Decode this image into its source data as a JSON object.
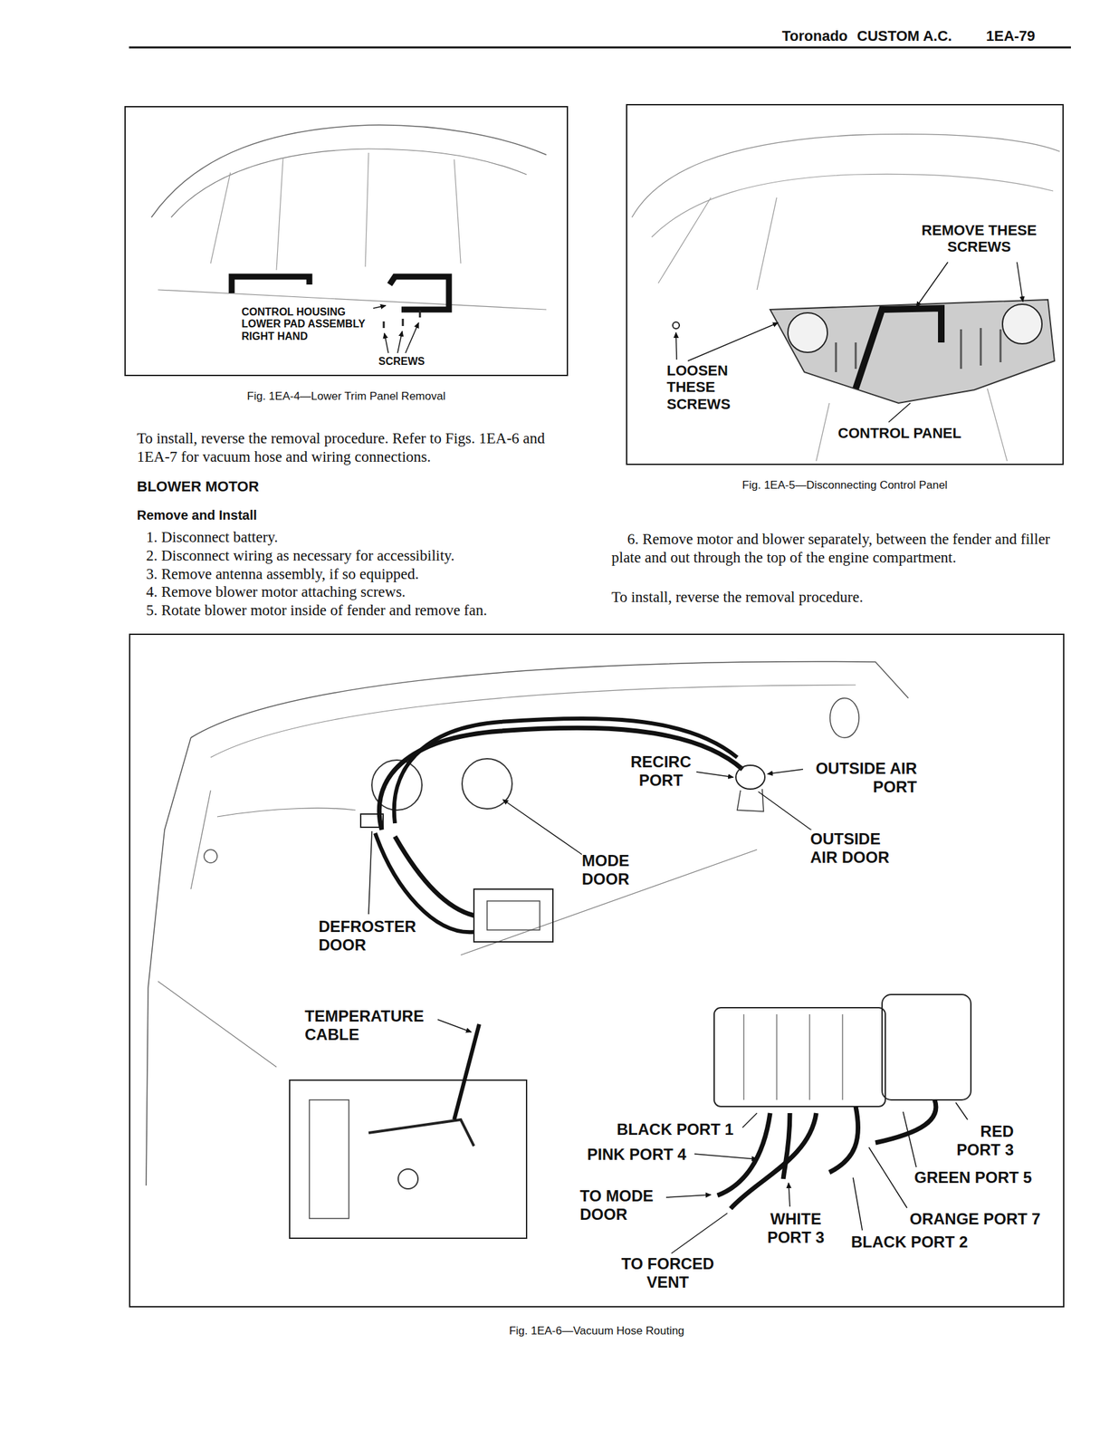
{
  "diagram": {
    "nodes": [
      {
        "text": [
          "CONTROL HOUSING LOWER PAD ASSEMBLY RIGHT HAND",
          "SCREWS"
        ]
      },
      {
        "text": [
          "REMOVE THESE SCREWS",
          "LOOSEN THESE SCREWS",
          "CONTROL PANEL"
        ]
      },
      {
        "text": [
          "RECIRC PORT",
          "OUTSIDE AIR PORT",
          "OUTSIDE AIR DOOR",
          "MODE DOOR",
          "DEFROSTER DOOR",
          "TEMPERATURE CABLE",
          "BLACK PORT 1",
          "PINK PORT 4",
          "RED PORT 3",
          "GREEN PORT 5",
          "TO MODE DOOR",
          "WHITE PORT 3",
          "ORANGE PORT 7",
          "BLACK PORT 2",
          "TO FORCED VENT"
        ]
      }
    ],
    "labels": [
      "Toronado",
      "CUSTOM A.C.",
      "1EA-79",
      "Fig. 1EA-4—Lower Trim Panel Removal",
      "To install, reverse the removal procedure. Refer to Figs. 1EA-6 and 1EA-7 for vacuum hose and wiring connections.",
      "BLOWER MOTOR",
      "Remove and Install",
      "1. Disconnect battery.",
      "2. Disconnect wiring as necessary for accessibility.",
      "3. Remove antenna assembly, if so equipped.",
      "4. Remove blower motor attaching screws.",
      "5. Rotate blower motor inside of fender and remove fan.",
      "Fig. 1EA-5—Disconnecting Control Panel",
      "6. Remove motor and blower separately, between the fender and filler plate and out through the top of the engine compartment.",
      "To install, reverse the removal procedure.",
      "Fig. 1EA-6—Vacuum Hose Routing"
    ]
  }
}
